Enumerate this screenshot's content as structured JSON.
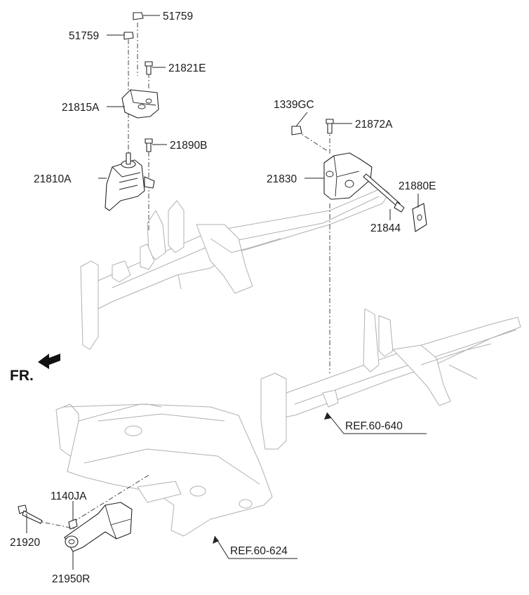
{
  "direction_marker": "FR.",
  "part_labels": {
    "p51759_top": "51759",
    "p51759_left": "51759",
    "p21821E": "21821E",
    "p21815A": "21815A",
    "p21890B": "21890B",
    "p21810A": "21810A",
    "p1339GC": "1339GC",
    "p21872A": "21872A",
    "p21830": "21830",
    "p21880E": "21880E",
    "p21844": "21844",
    "p1140JA": "1140JA",
    "p21920": "21920",
    "p21950R": "21950R"
  },
  "references": {
    "ref_60_640": "REF.60-640",
    "ref_60_624": "REF.60-624"
  }
}
